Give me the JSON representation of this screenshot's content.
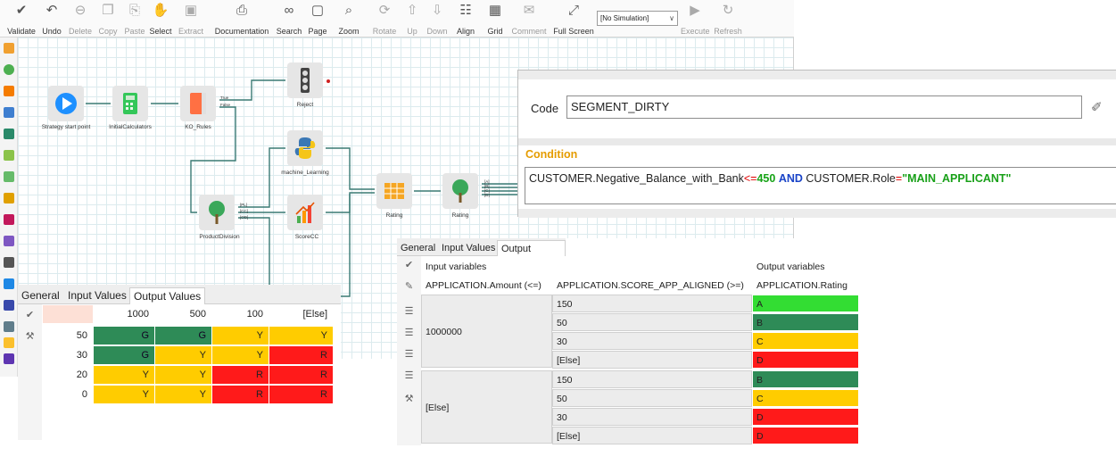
{
  "toolbar": {
    "validate": "Validate",
    "undo": "Undo",
    "delete": "Delete",
    "copy": "Copy",
    "paste": "Paste",
    "select": "Select",
    "extract": "Extract",
    "documentation": "Documentation",
    "search": "Search",
    "page": "Page",
    "zoom": "Zoom",
    "rotate": "Rotate",
    "up": "Up",
    "down": "Down",
    "align": "Align",
    "grid": "Grid",
    "comment": "Comment",
    "full_screen": "Full Screen",
    "simulation_selected": "[No Simulation]",
    "execute": "Execute",
    "refresh": "Refresh"
  },
  "flow": {
    "start": "Strategy start point",
    "initial": "InitialCalculators",
    "ko_rules": "KO_Rules",
    "reject": "Reject",
    "ml": "machine_Learning",
    "product_division": "ProductDivision",
    "score": "ScoreCC",
    "rating_table": "Rating",
    "rating_tree": "Rating",
    "port_true": "True",
    "port_false": "False",
    "port_p1": "[PL]",
    "port_p2": "[CC]",
    "port_p3": "[OD]",
    "port_a": "[A]",
    "port_b": "[B]",
    "port_c": "[C]",
    "port_d": "[D]"
  },
  "code_panel": {
    "code_label": "Code",
    "code_value": "SEGMENT_DIRTY",
    "condition_title": "Condition",
    "cond_var1": "CUSTOMER.Negative_Balance_with_Bank",
    "cond_op1": "<=",
    "cond_num1": "450",
    "cond_and": "AND",
    "cond_var2": "CUSTOMER.Role",
    "cond_op2": "=",
    "cond_str2": "\"MAIN_APPLICANT\""
  },
  "matrix": {
    "tabs": [
      "General",
      "Input Values",
      "Output Values"
    ],
    "columns": [
      "1000",
      "500",
      "100",
      "[Else]"
    ],
    "rows": [
      {
        "label": "50",
        "cells": [
          "G",
          "G",
          "Y",
          "Y"
        ]
      },
      {
        "label": "30",
        "cells": [
          "G",
          "Y",
          "Y",
          "R"
        ]
      },
      {
        "label": "20",
        "cells": [
          "Y",
          "Y",
          "R",
          "R"
        ]
      },
      {
        "label": "0",
        "cells": [
          "Y",
          "Y",
          "R",
          "R"
        ]
      }
    ],
    "colors": {
      "G": "#2e8b57",
      "Y": "#ffcc00",
      "R": "#ff1a1a",
      "corner": "#fde0d6"
    }
  },
  "rule_table": {
    "tabs": [
      "General",
      "Input Values",
      "Output Values"
    ],
    "input_header": "Input variables",
    "output_header": "Output variables",
    "col1": "APPLICATION.Amount (<=)",
    "col2": "APPLICATION.SCORE_APP_ALIGNED (>=)",
    "col3": "APPLICATION.Rating",
    "groups": [
      {
        "amount": "1000000",
        "rows": [
          {
            "score": "150",
            "rating": "A"
          },
          {
            "score": "50",
            "rating": "B"
          },
          {
            "score": "30",
            "rating": "C"
          },
          {
            "score": "[Else]",
            "rating": "D"
          }
        ]
      },
      {
        "amount": "[Else]",
        "rows": [
          {
            "score": "150",
            "rating": "B"
          },
          {
            "score": "50",
            "rating": "C"
          },
          {
            "score": "30",
            "rating": "D"
          },
          {
            "score": "[Else]",
            "rating": "D"
          }
        ]
      }
    ],
    "colors": {
      "A": "#33dd33",
      "B": "#2e8b57",
      "C": "#ffcc00",
      "D": "#ff1a1a"
    }
  }
}
